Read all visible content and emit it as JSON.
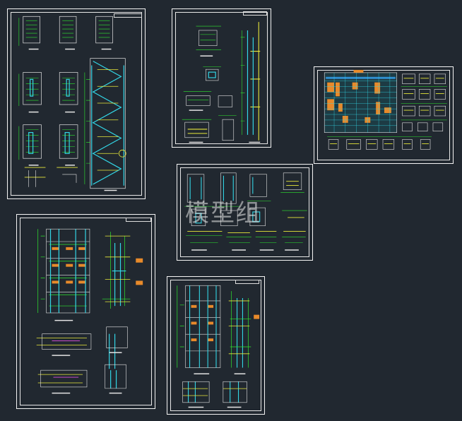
{
  "canvas": {
    "background": "#212830"
  },
  "palette": {
    "frame": "#f4f4f4",
    "line_green": "#2ee82e",
    "line_yellow": "#e8e83a",
    "line_cyan": "#33d6e6",
    "line_white": "#e6e6e6",
    "line_magenta": "#e04ee0",
    "fill_orange": "#e88a2a",
    "fill_blue": "#2f8fd0"
  },
  "watermark": {
    "text": "模型组"
  },
  "sheets": [
    {
      "id": "stair-plans-and-section"
    },
    {
      "id": "stair-details"
    },
    {
      "id": "rebar-schedule"
    },
    {
      "id": "stair-details-2"
    },
    {
      "id": "building-elevation-left"
    },
    {
      "id": "building-elevation-right"
    }
  ]
}
